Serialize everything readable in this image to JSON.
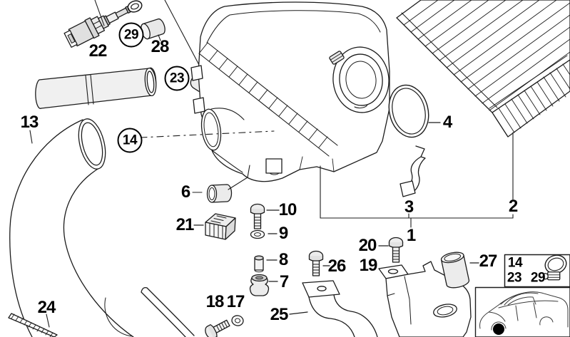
{
  "colors": {
    "background": "#ffffff",
    "line": "#1c1c1c",
    "shade_light": "#ececec",
    "shade_mid": "#dcdcdc",
    "label": "#000000",
    "locator_dot": "#000000"
  },
  "callouts": [
    {
      "label": "22",
      "circled": false
    },
    {
      "label": "29",
      "circled": true
    },
    {
      "label": "28",
      "circled": false
    },
    {
      "label": "23",
      "circled": true
    },
    {
      "label": "13",
      "circled": false
    },
    {
      "label": "14",
      "circled": true
    },
    {
      "label": "6",
      "circled": false
    },
    {
      "label": "21",
      "circled": false
    },
    {
      "label": "10",
      "circled": false
    },
    {
      "label": "9",
      "circled": false
    },
    {
      "label": "8",
      "circled": false
    },
    {
      "label": "7",
      "circled": false
    },
    {
      "label": "18",
      "circled": false
    },
    {
      "label": "17",
      "circled": false
    },
    {
      "label": "24",
      "circled": false
    },
    {
      "label": "25",
      "circled": false
    },
    {
      "label": "26",
      "circled": false
    },
    {
      "label": "20",
      "circled": false
    },
    {
      "label": "19",
      "circled": false
    },
    {
      "label": "27",
      "circled": false
    },
    {
      "label": "4",
      "circled": false
    },
    {
      "label": "3",
      "circled": false
    },
    {
      "label": "2",
      "circled": false
    },
    {
      "label": "1",
      "circled": false
    }
  ],
  "inset": {
    "labels": [
      "14",
      "23",
      "29"
    ],
    "icons": [
      "hose-clamp-icon",
      "car-location-icon"
    ]
  }
}
